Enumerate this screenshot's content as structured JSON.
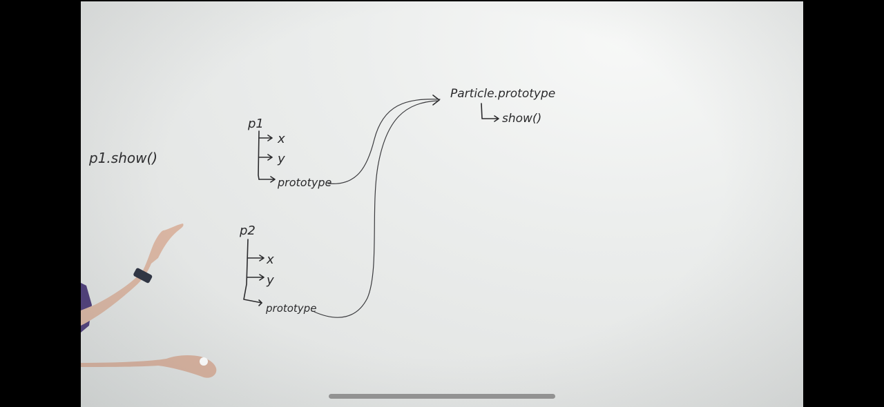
{
  "whiteboard": {
    "call_text": "p1.show()",
    "p1": {
      "label": "p1",
      "prop_x": "x",
      "prop_y": "y",
      "prop_proto": "prototype"
    },
    "p2": {
      "label": "p2",
      "prop_x": "x",
      "prop_y": "y",
      "prop_proto": "prototype"
    },
    "particle_prototype": {
      "label": "Particle.prototype",
      "method": "show()"
    }
  },
  "colors": {
    "ink": "#2a2a2c",
    "board": "#e9ebea",
    "letterbox": "#000000"
  },
  "icons": {
    "home_indicator": "home-indicator-bar"
  }
}
